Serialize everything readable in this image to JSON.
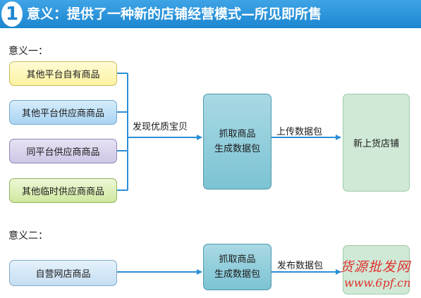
{
  "header": {
    "number": "1",
    "title": "意义：提供了一种新的店铺经营模式—所见即所售"
  },
  "section1": {
    "label": "意义一：",
    "sources": [
      "其他平台自有商品",
      "其他平台供应商商品",
      "同平台供应商商品",
      "其他临时供应商商品"
    ],
    "edge_label": "发现优质宝贝",
    "process": [
      "抓取商品",
      "生成数据包"
    ],
    "edge_label2": "上传数据包",
    "target": "新上货店铺"
  },
  "section2": {
    "label": "意义二：",
    "source": "自营网店商品",
    "process": [
      "抓取商品",
      "生成数据包"
    ],
    "edge_label": "发布数据包"
  },
  "watermark": {
    "line1": "货源批发网",
    "line2": "www.6pf.cn"
  },
  "colors": {
    "banner": "#1c86d0",
    "arrow": "#2a8fd6",
    "watermark": "#e0312f"
  }
}
